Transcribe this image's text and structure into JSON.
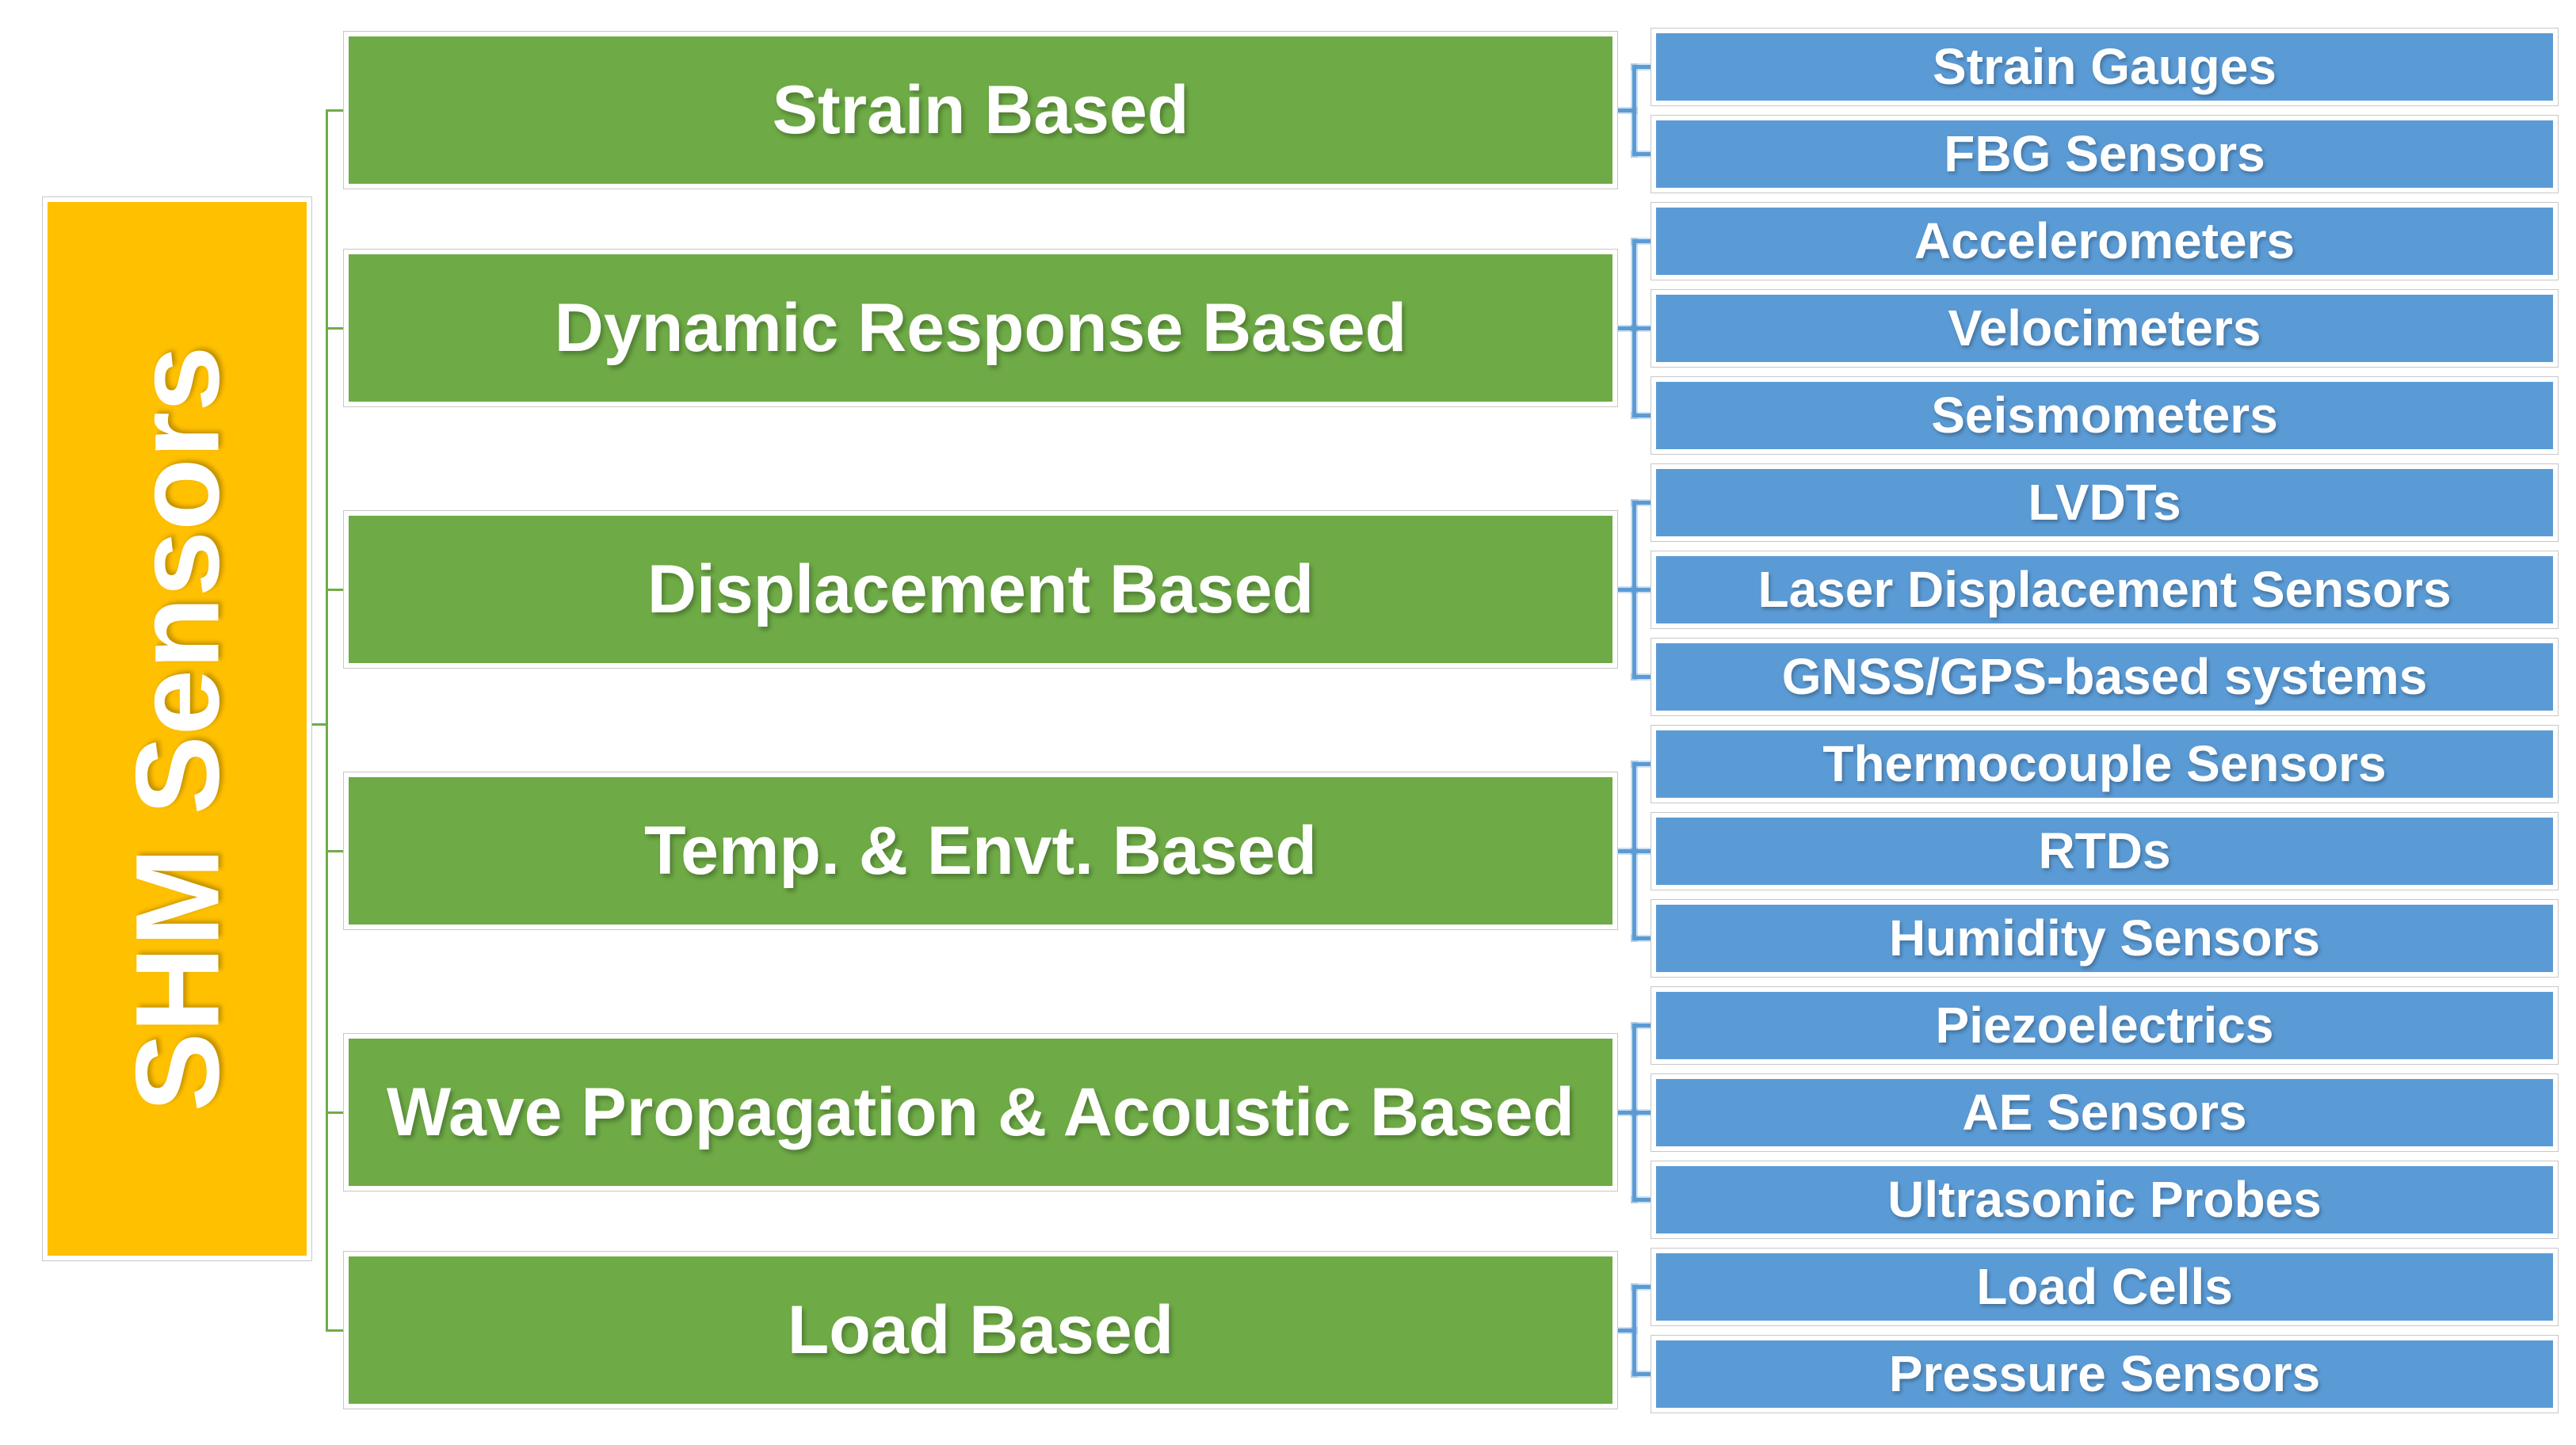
{
  "diagram": {
    "root": {
      "label": "SHM Sensors"
    },
    "groups": [
      {
        "label": "Strain Based",
        "children": [
          "Strain Gauges",
          "FBG Sensors"
        ]
      },
      {
        "label": "Dynamic Response Based",
        "children": [
          "Accelerometers",
          "Velocimeters",
          "Seismometers"
        ]
      },
      {
        "label": "Displacement Based",
        "children": [
          "LVDTs",
          "Laser Displacement Sensors",
          "GNSS/GPS-based systems"
        ]
      },
      {
        "label": "Temp. & Envt. Based",
        "children": [
          "Thermocouple Sensors",
          "RTDs",
          "Humidity Sensors"
        ]
      },
      {
        "label": "Wave Propagation & Acoustic Based",
        "children": [
          "Piezoelectrics",
          "AE Sensors",
          "Ultrasonic Probes"
        ]
      },
      {
        "label": "Load Based",
        "children": [
          "Load Cells",
          "Pressure Sensors"
        ]
      }
    ],
    "colors": {
      "root_fill": "#FFC000",
      "group_fill": "#6EAB46",
      "child_fill": "#5B9BD5",
      "connector_green": "#70AD47",
      "connector_blue": "#5B9BD5",
      "text": "#FFFFFF"
    }
  }
}
